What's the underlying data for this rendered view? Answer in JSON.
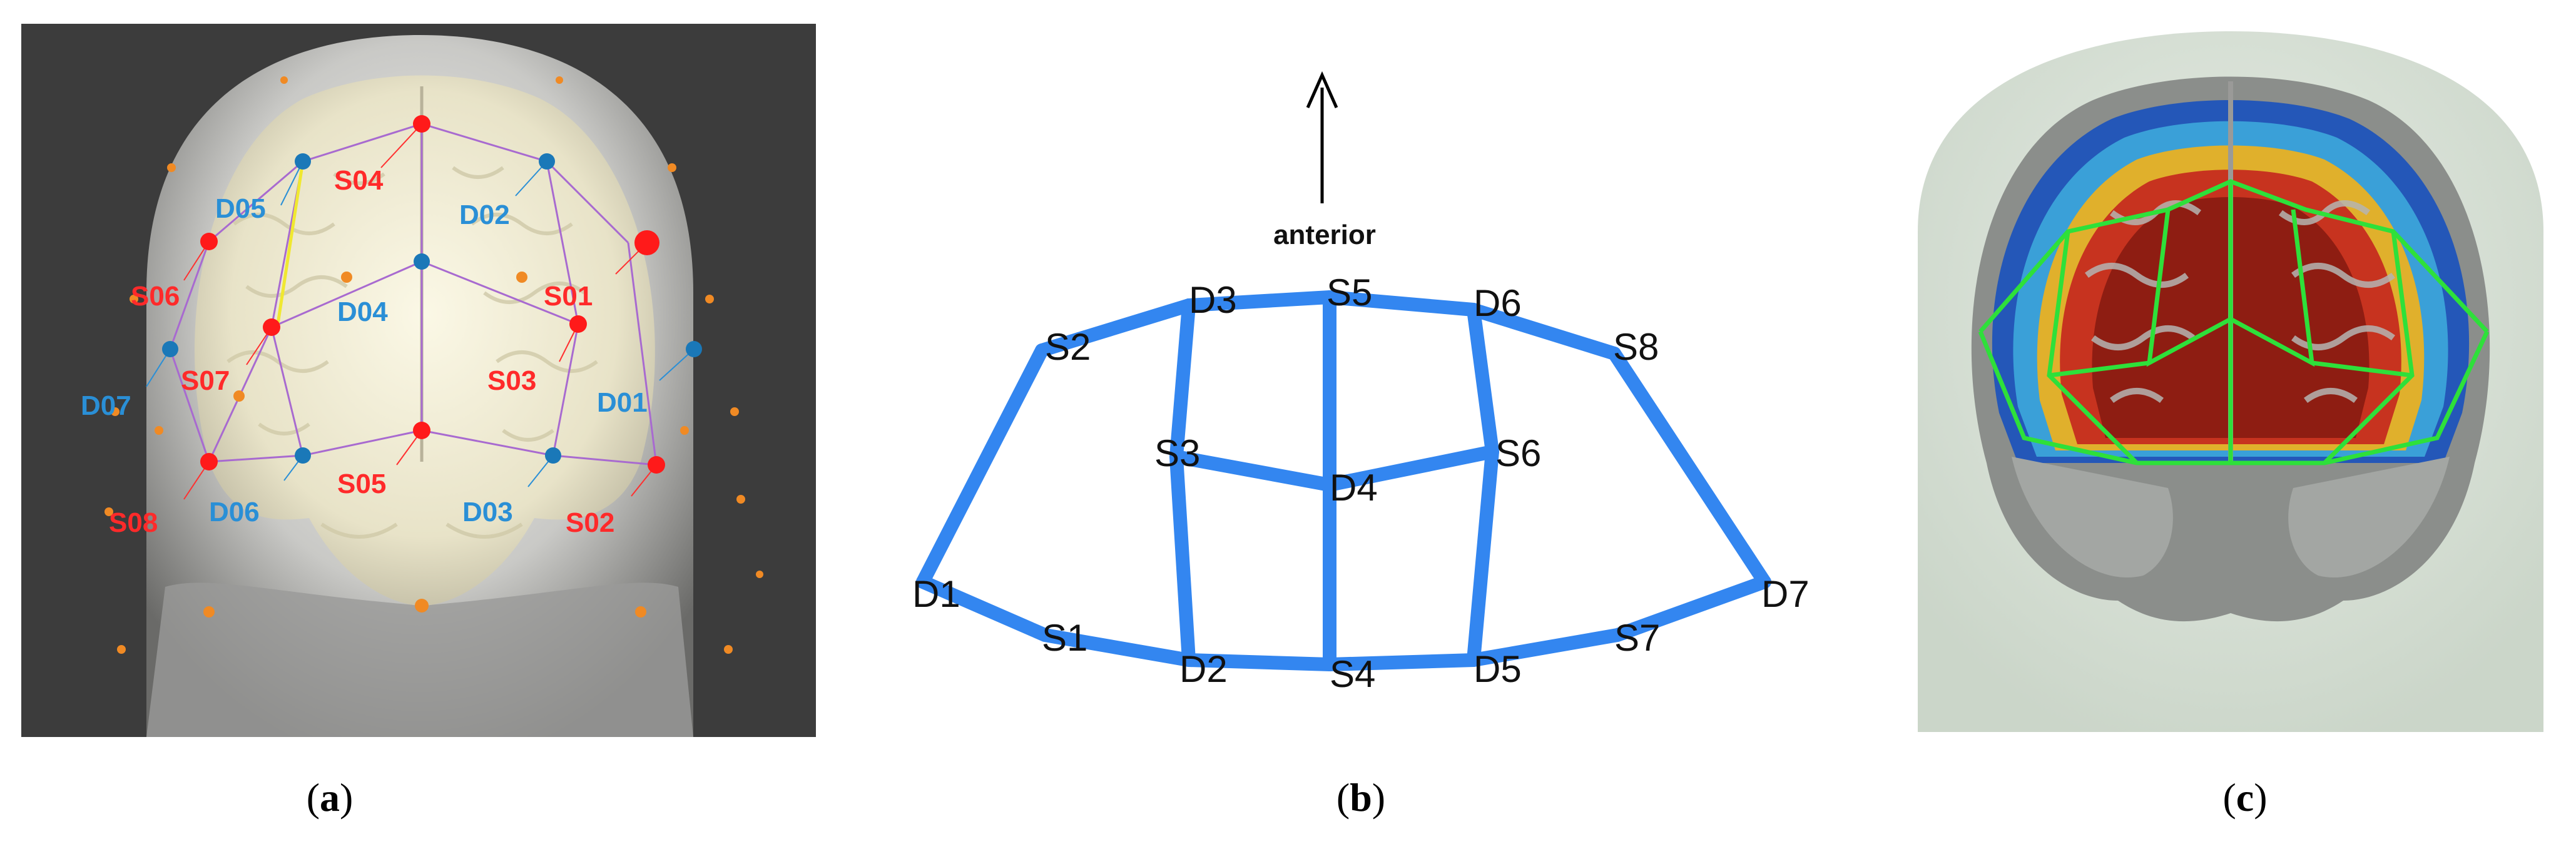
{
  "panel_a": {
    "sources": [
      "S01",
      "S02",
      "S03",
      "S04",
      "S05",
      "S06",
      "S07",
      "S08"
    ],
    "detectors": [
      "D01",
      "D02",
      "D03",
      "D04",
      "D05",
      "D06",
      "D07"
    ],
    "colors": {
      "source": "#ff1a1a",
      "detector": "#1a78b8",
      "optode_extra": "#f08a24",
      "background": "#3a3a3a",
      "link": "#b06bd0",
      "highlight": "#f0e830"
    }
  },
  "panel_b": {
    "arrow_label": "anterior",
    "nodes": [
      "S1",
      "S2",
      "S3",
      "S4",
      "S5",
      "S6",
      "S7",
      "S8",
      "D1",
      "D2",
      "D3",
      "D4",
      "D5",
      "D6",
      "D7"
    ],
    "edge_color": "#3386f0"
  },
  "captions": {
    "a": {
      "open": "(",
      "letter": "a",
      "close": ")"
    },
    "b": {
      "open": "(",
      "letter": "b",
      "close": ")"
    },
    "c": {
      "open": "(",
      "letter": "c",
      "close": ")"
    }
  }
}
